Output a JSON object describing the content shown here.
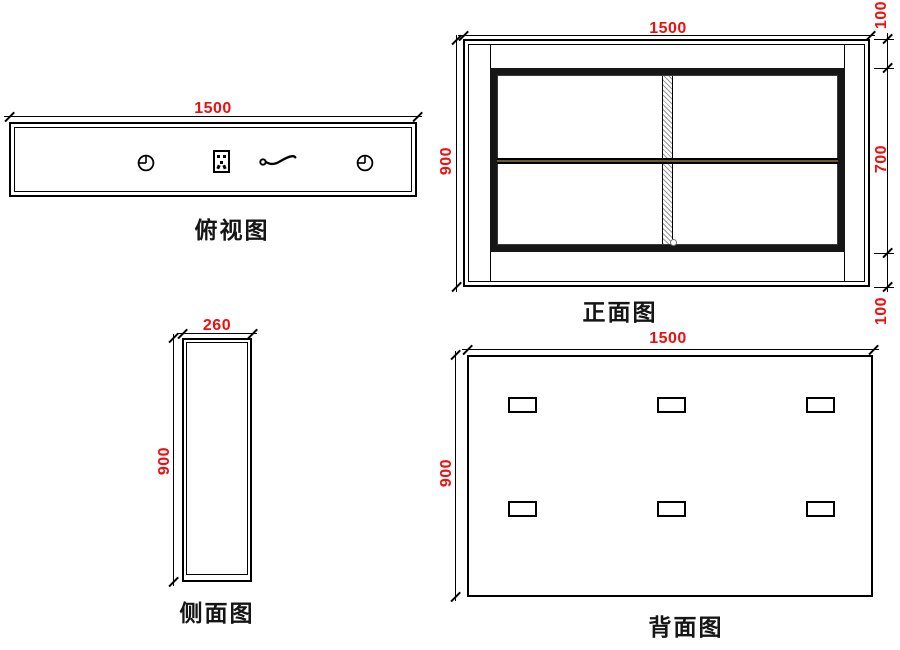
{
  "colors": {
    "line": "#000000",
    "dimension_text": "#ee0f0f",
    "window_bar_accent": "#6b5a28",
    "background": "#ffffff"
  },
  "views": {
    "top": {
      "title": "俯视图",
      "dim_width": "1500"
    },
    "front": {
      "title": "正面图",
      "dim_width": "1500",
      "dim_height": "900",
      "dim_top": "100",
      "dim_middle": "700",
      "dim_bottom": "100"
    },
    "side": {
      "title": "侧面图",
      "dim_width": "260",
      "dim_height": "900"
    },
    "back": {
      "title": "背面图",
      "dim_width": "1500",
      "dim_height": "900"
    }
  },
  "icons": {
    "top_view": [
      "clock-icon",
      "socket-icon",
      "cable-icon",
      "clock-icon"
    ]
  }
}
